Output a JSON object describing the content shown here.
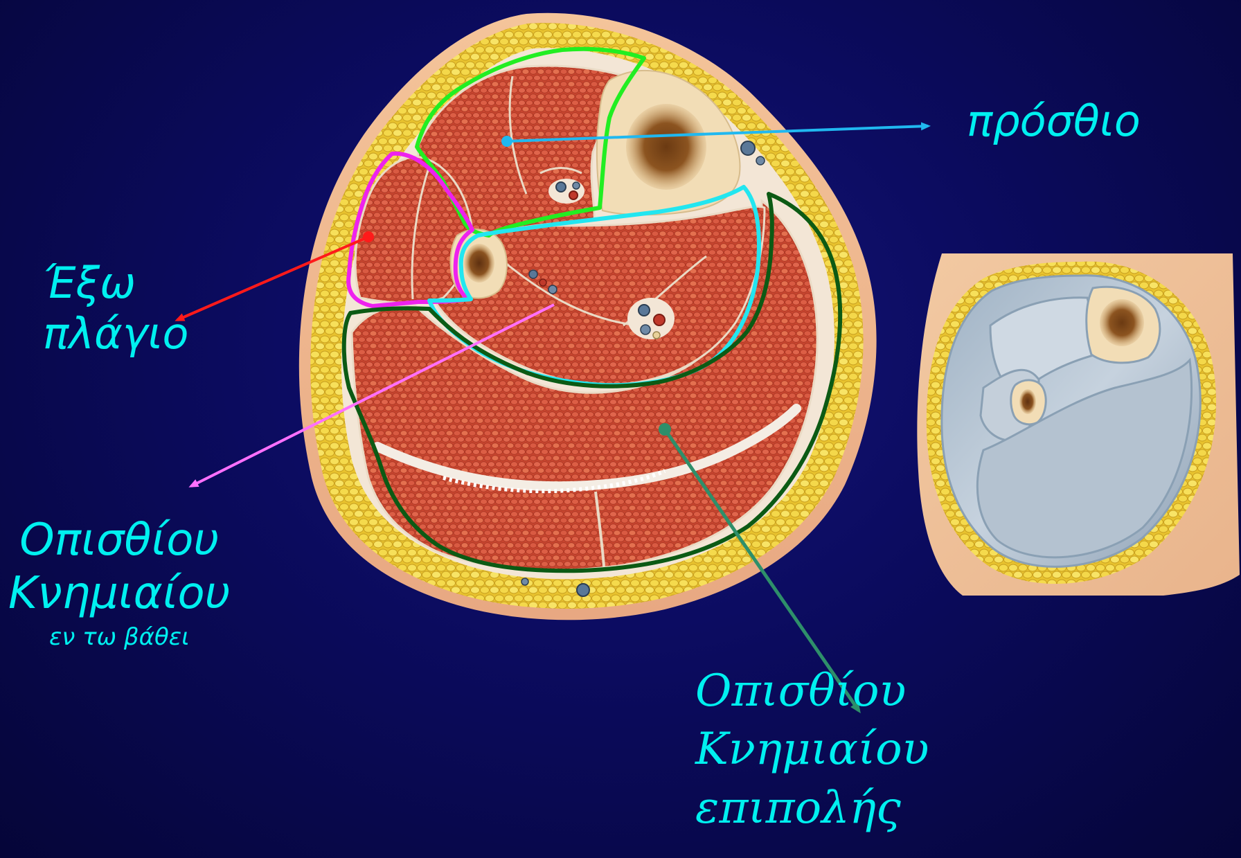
{
  "labels": {
    "anterior": "πρόσθιο",
    "lateral": [
      "Έξω",
      "πλάγιο"
    ],
    "deep_posterior": [
      "Οπισθίου",
      "Κνημιαίου",
      "εν τω βάθει"
    ],
    "superficial_posterior": [
      "Οπισθίου",
      "Κνημιαίου",
      "επιπολής"
    ]
  },
  "colors": {
    "background": "#0b0b5e",
    "label_text": "#00f0f0",
    "anterior_outline": "#22ee22",
    "lateral_outline": "#ee22ee",
    "deep_posterior_outline": "#22e6f0",
    "superficial_posterior_outline": "#0c5a14",
    "anterior_arrow": "#20b8f0",
    "lateral_arrow": "#ff1a1a",
    "deep_posterior_arrow": "#ff70ff",
    "superficial_posterior_arrow": "#2e8f6a",
    "muscle": "#d4533a",
    "fat": "#f0d23c",
    "bone": "#f2ddb6",
    "marrow": "#8a4f1c"
  }
}
